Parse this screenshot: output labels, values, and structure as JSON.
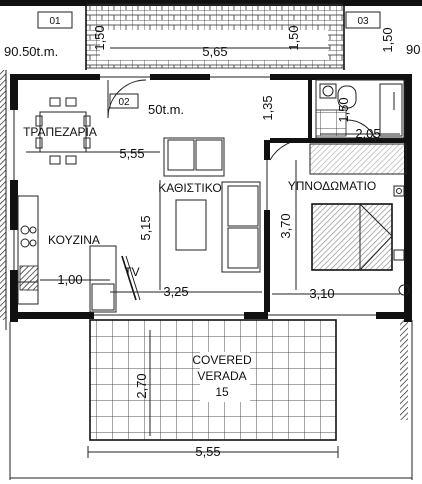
{
  "plan": {
    "tags": {
      "tag_01": "01",
      "tag_02": "02",
      "tag_03": "03"
    },
    "areas": {
      "left_area": "90.50t.m.",
      "unit_area": "50t.m.",
      "right_area": "90"
    },
    "rooms": {
      "dining": "ΤΡΑΠΕΖΑΡΙΑ",
      "living": "ΚΑΘΙΣΤΙΚΟ",
      "bedroom": "ΥΠΝΟΔΩΜΑΤΙΟ",
      "kitchen": "ΚΟΥΖΙΝΑ",
      "tv": "TV",
      "veranda_line1": "COVERED",
      "veranda_line2": "VERADA",
      "veranda_area": "15"
    },
    "dimensions": {
      "top_left_v": "1,50",
      "top_width": "5,65",
      "top_right_v": "1,50",
      "far_right_v": "1,50",
      "dining_width": "5,55",
      "living_v": "5,15",
      "bath_v": "1,35",
      "bath_w": "2,05",
      "bedroom_v": "3,70",
      "kitchen_w": "1,00",
      "living_w": "3,25",
      "bedroom_w": "3,10",
      "veranda_v": "2,70",
      "bottom_width": "5,55"
    }
  }
}
